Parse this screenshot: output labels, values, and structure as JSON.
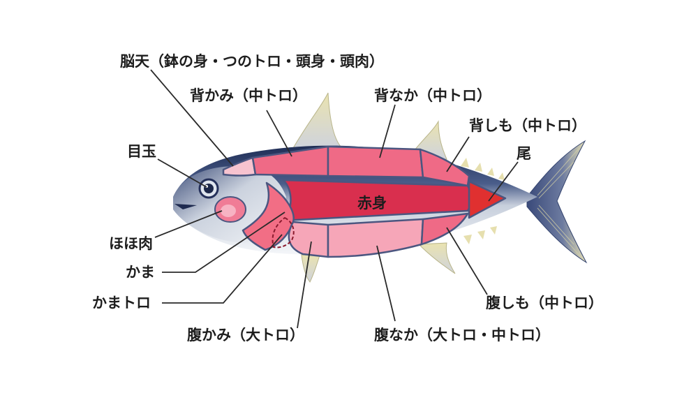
{
  "labels": {
    "noten": "脳天（鉢の身・つのトロ・頭身・頭肉）",
    "sekami": "背かみ（中トロ）",
    "senaka": "背なか（中トロ）",
    "seshimo": "背しも（中トロ）",
    "o": "尾",
    "medama": "目玉",
    "akami": "赤身",
    "hohoniku": "ほほ肉",
    "kama": "かま",
    "kamatoro": "かまトロ",
    "harakami": "腹かみ（大トロ）",
    "haranaka": "腹なか（大トロ・中トロ）",
    "harashimo": "腹しも（中トロ）"
  },
  "colors": {
    "akami": "#d92f4e",
    "chutoro": "#ef6a86",
    "otoro": "#f6a6b8",
    "noten": "#f7c3cf",
    "o": "#e03030",
    "back": "#2b3c66",
    "belly": "#eef1f5"
  }
}
